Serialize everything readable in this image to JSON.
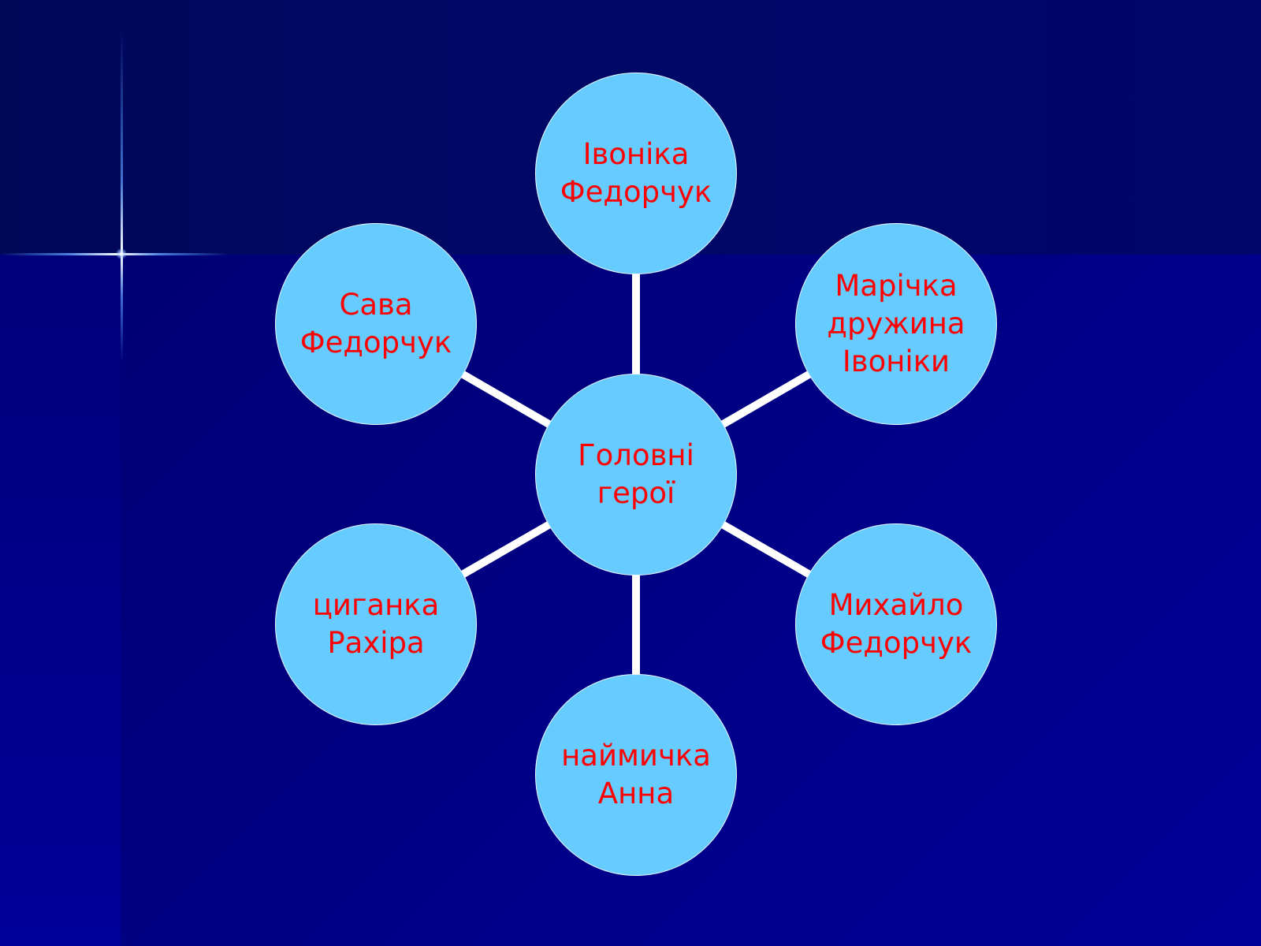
{
  "diagram": {
    "center": {
      "label": "Головні\nгерої"
    },
    "characters": [
      {
        "label": "Івоніка\nФедорчук"
      },
      {
        "label": "Марічка\nдружина\nІвоніки"
      },
      {
        "label": "Михайло\nФедорчук"
      },
      {
        "label": "наймичка\nАнна"
      },
      {
        "label": "циганка\nРахіра"
      },
      {
        "label": "Сава\nФедорчук"
      }
    ]
  },
  "colors": {
    "node_fill": "#66ccff",
    "label_text": "#ff0000",
    "connector": "#ffffff",
    "background": "#000080"
  }
}
